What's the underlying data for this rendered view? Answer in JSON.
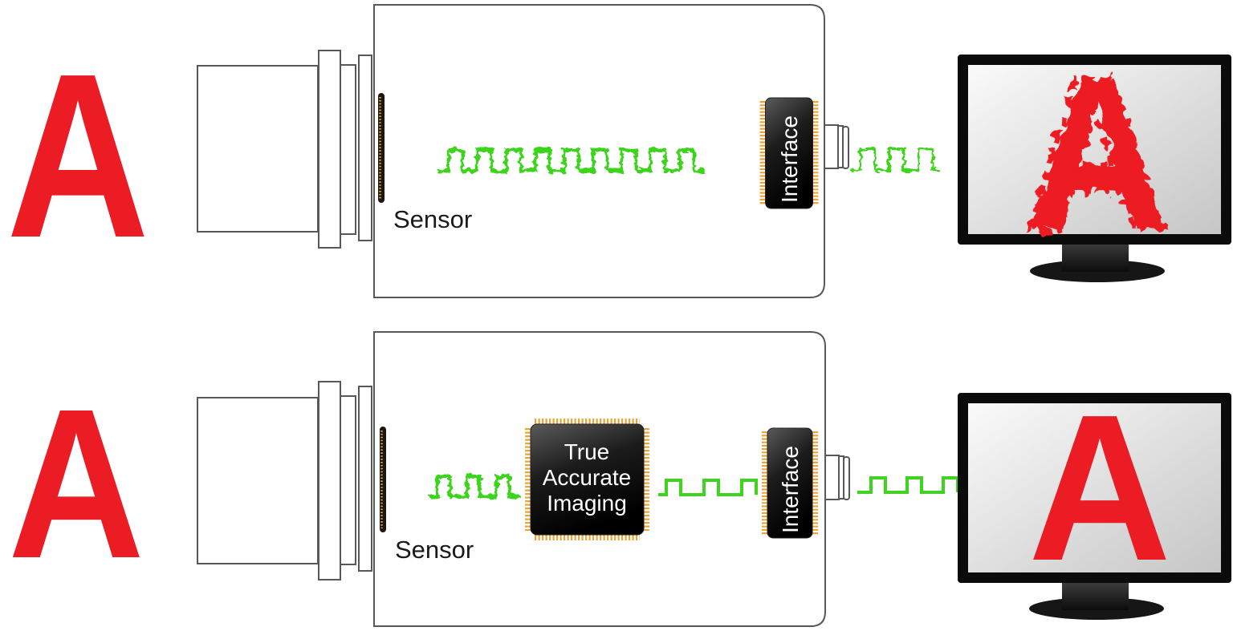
{
  "colors": {
    "letter_red": "#ec1c24",
    "signal_green": "#3ed41f",
    "outline_gray": "#57585a",
    "chip_pin_orange": "#e8a53c"
  },
  "top_row": {
    "input_letter": "A",
    "sensor_label": "Sensor",
    "interface_chip_label": "Interface",
    "output_letter": "A"
  },
  "bottom_row": {
    "input_letter": "A",
    "sensor_label": "Sensor",
    "processing_chip_lines": [
      "True",
      "Accurate",
      "Imaging"
    ],
    "interface_chip_label": "Interface",
    "output_letter": "A"
  }
}
